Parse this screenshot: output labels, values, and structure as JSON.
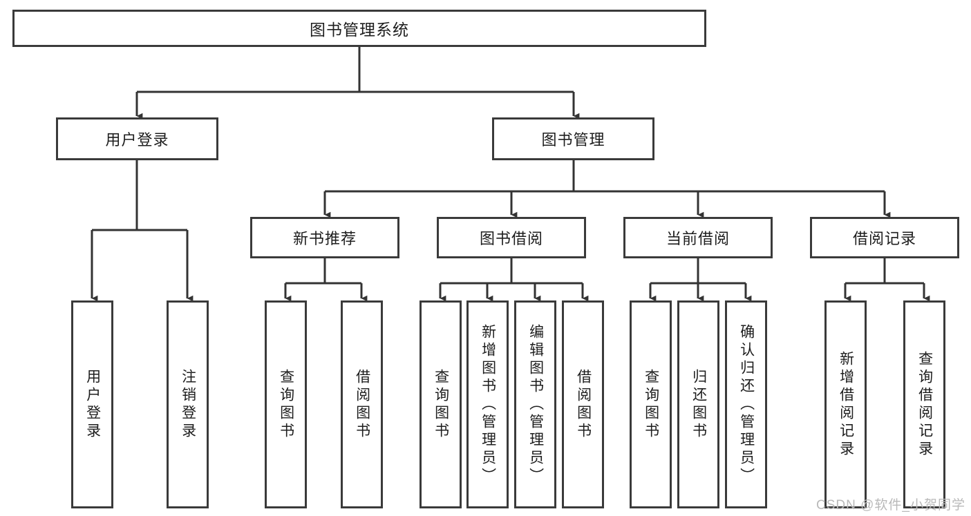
{
  "diagram": {
    "title": "图书管理系统",
    "type": "tree-hierarchy-diagram",
    "colors": {
      "box_border": "#3a3a3a",
      "box_fill": "#ffffff",
      "connector": "#333333",
      "text": "#1d1d1d",
      "watermark": "#b9b9b9",
      "background": "#ffffff"
    },
    "root": {
      "label": "图书管理系统"
    },
    "level2": [
      {
        "label": "用户登录"
      },
      {
        "label": "图书管理"
      }
    ],
    "level3": [
      {
        "label": "新书推荐"
      },
      {
        "label": "图书借阅"
      },
      {
        "label": "当前借阅"
      },
      {
        "label": "借阅记录"
      }
    ],
    "leaves": {
      "user_login": [
        {
          "label": "用户登录"
        },
        {
          "label": "注销登录"
        }
      ],
      "new_book_recommend": [
        {
          "label": "查询图书"
        },
        {
          "label": "借阅图书"
        }
      ],
      "book_borrow": [
        {
          "label": "查询图书"
        },
        {
          "label": "新增图书（管理员）"
        },
        {
          "label": "编辑图书（管理员）"
        },
        {
          "label": "借阅图书"
        }
      ],
      "current_borrow": [
        {
          "label": "查询图书"
        },
        {
          "label": "归还图书"
        },
        {
          "label": "确认归还（管理员）"
        }
      ],
      "borrow_record": [
        {
          "label": "新增借阅记录"
        },
        {
          "label": "查询借阅记录"
        }
      ]
    },
    "watermark": "CSDN @软件_小贺同学"
  }
}
